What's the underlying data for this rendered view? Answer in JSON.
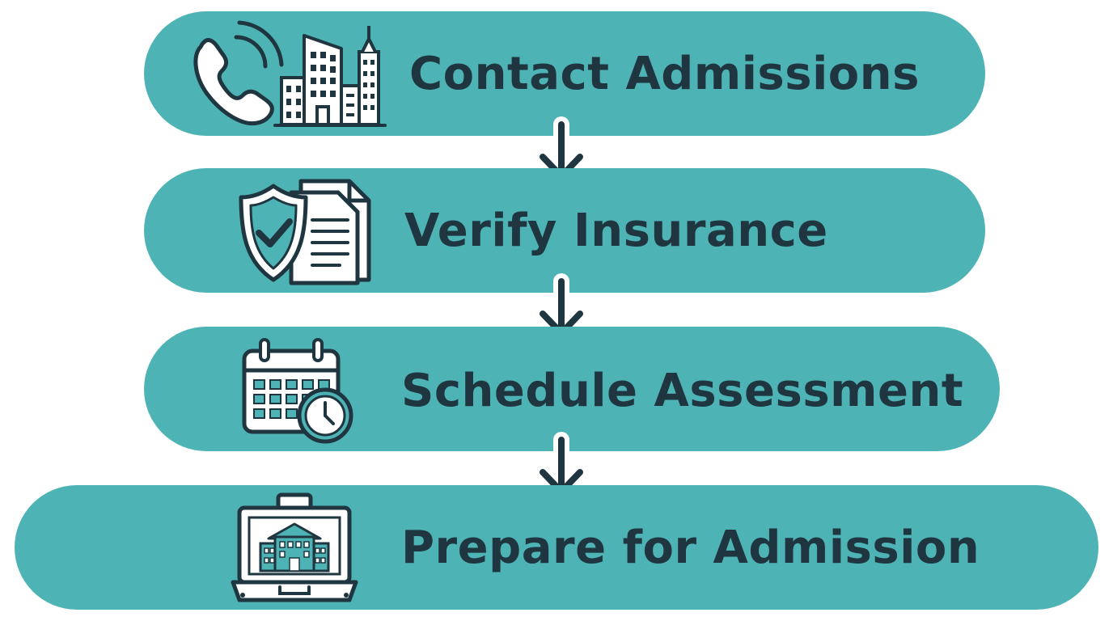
{
  "colors": {
    "pill": "#4db3b5",
    "text": "#1f3640",
    "icon_stroke": "#1f3640",
    "icon_fill": "#ffffff",
    "icon_accent": "#4db3b5"
  },
  "steps": [
    {
      "label": "Contact Admissions",
      "icon": "phone-building-icon"
    },
    {
      "label": "Verify Insurance",
      "icon": "shield-document-icon"
    },
    {
      "label": "Schedule Assessment",
      "icon": "calendar-clock-icon"
    },
    {
      "label": "Prepare for Admission",
      "icon": "suitcase-hospital-icon"
    }
  ]
}
